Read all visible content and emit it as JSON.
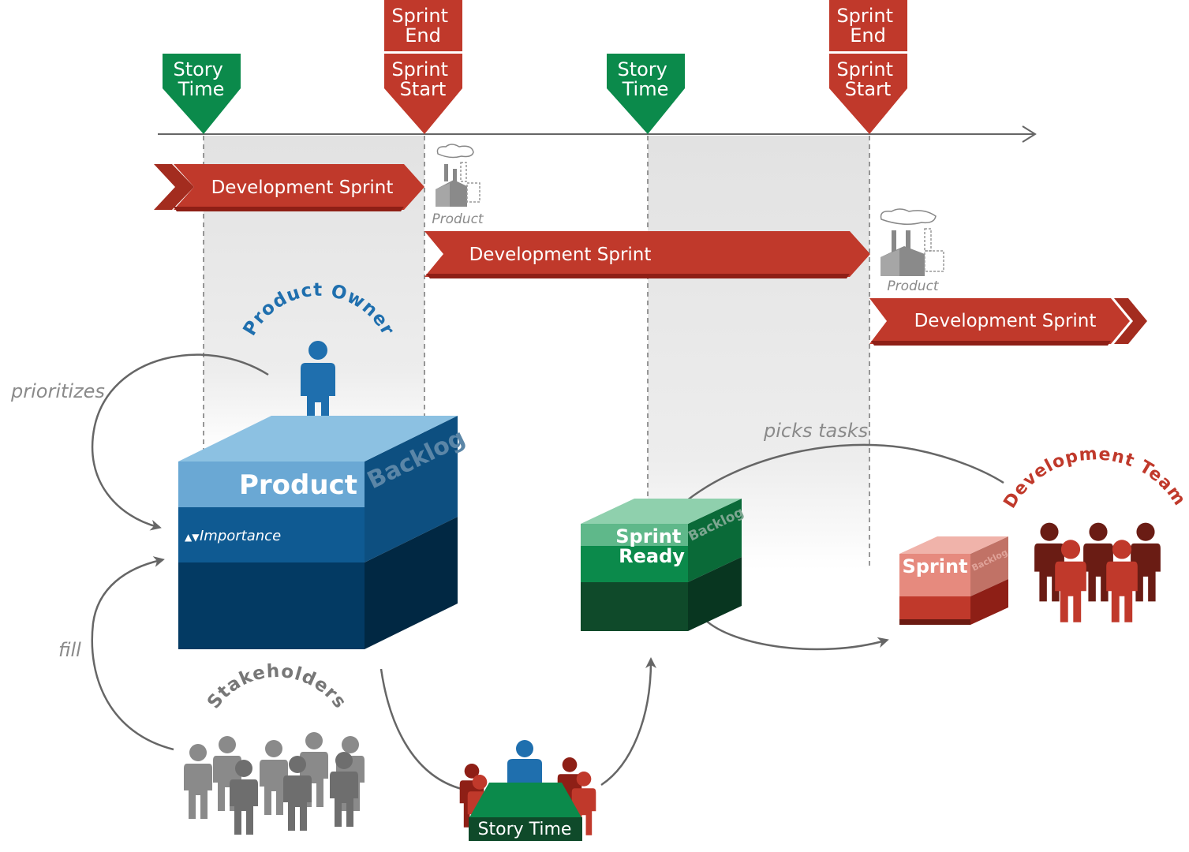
{
  "timeline": {
    "markers": [
      {
        "kind": "story",
        "lines": [
          "Story",
          "Time"
        ]
      },
      {
        "kind": "sprint",
        "top_lines": [
          "Sprint",
          "End"
        ],
        "lines": [
          "Sprint",
          "Start"
        ]
      },
      {
        "kind": "story",
        "lines": [
          "Story",
          "Time"
        ]
      },
      {
        "kind": "sprint",
        "top_lines": [
          "Sprint",
          "End"
        ],
        "lines": [
          "Sprint",
          "Start"
        ]
      }
    ],
    "sprint_label": "Development Sprint",
    "product_label": "Product"
  },
  "product_owner": {
    "label": "Product Owner"
  },
  "product_backlog": {
    "title": "Product",
    "side_label": "Backlog",
    "importance_label": "Importance",
    "importance_glyph": "▲▼"
  },
  "sprint_ready": {
    "title_lines": [
      "Sprint",
      "Ready"
    ],
    "side_label": "Backlog"
  },
  "sprint_backlog": {
    "title": "Sprint",
    "side_label": "Backlog"
  },
  "development_team": {
    "label": "Development Team"
  },
  "stakeholders": {
    "label": "Stakeholders"
  },
  "story_time_meeting": {
    "label": "Story Time"
  },
  "flow_labels": {
    "prioritizes": "prioritizes",
    "fill": "fill",
    "picks_tasks": "picks tasks"
  },
  "colors": {
    "red": "#c0392b",
    "dark_red": "#8e1f16",
    "green": "#0b8a4b",
    "blue": "#1f6fae",
    "gray": "#7f7f7f"
  }
}
